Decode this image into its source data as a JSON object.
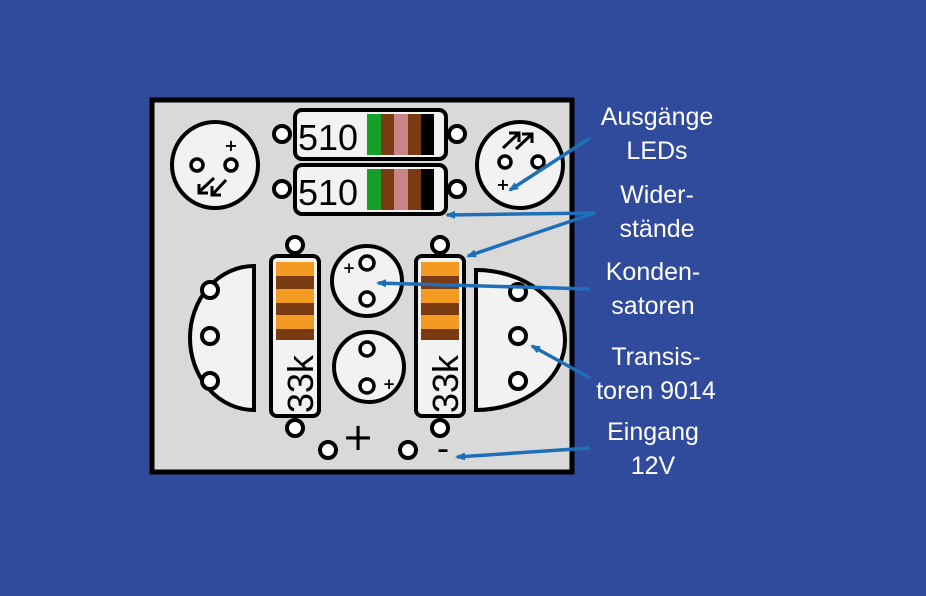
{
  "colors": {
    "background": "#314b9c",
    "board": "#d9d9d9",
    "component_fill": "#f2f2f2",
    "arrow": "#1f6fb8",
    "label": "#ffffff"
  },
  "labels": {
    "outputs": [
      "Ausgänge",
      "LEDs"
    ],
    "resistors": [
      "Wider-",
      "stände"
    ],
    "capacitors": [
      "Konden-",
      "satoren"
    ],
    "transistors": [
      "Transis-",
      "toren 9014"
    ],
    "input": [
      "Eingang",
      "12V"
    ]
  },
  "board": {
    "resistor_top_value": "510",
    "resistor_bottom_value": "510",
    "resistor_left_value": "33k",
    "resistor_right_value": "33k",
    "cap_polarity": "+",
    "led_polarity": "+",
    "supply_plus": "+",
    "supply_minus": "-"
  },
  "icons": [
    "led-outline-icon",
    "resistor-icon",
    "capacitor-icon",
    "transistor-icon",
    "solder-pad-icon",
    "arrow-icon"
  ]
}
